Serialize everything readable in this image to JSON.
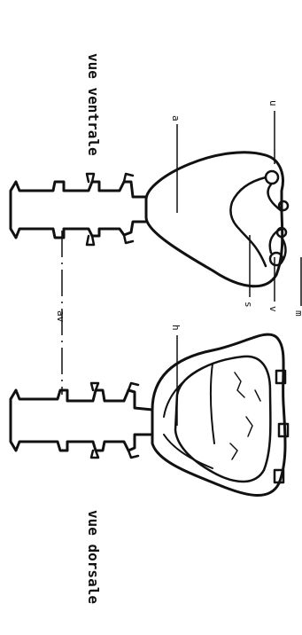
{
  "titles": {
    "dorsal": "vue dorsale",
    "ventral": "vue ventrale"
  },
  "labels": {
    "a": "a",
    "u": "u",
    "s": "s",
    "v": "v",
    "m": "m",
    "av": "av",
    "h": "h"
  },
  "colors": {
    "ink": "#111111",
    "background": "#ffffff"
  }
}
